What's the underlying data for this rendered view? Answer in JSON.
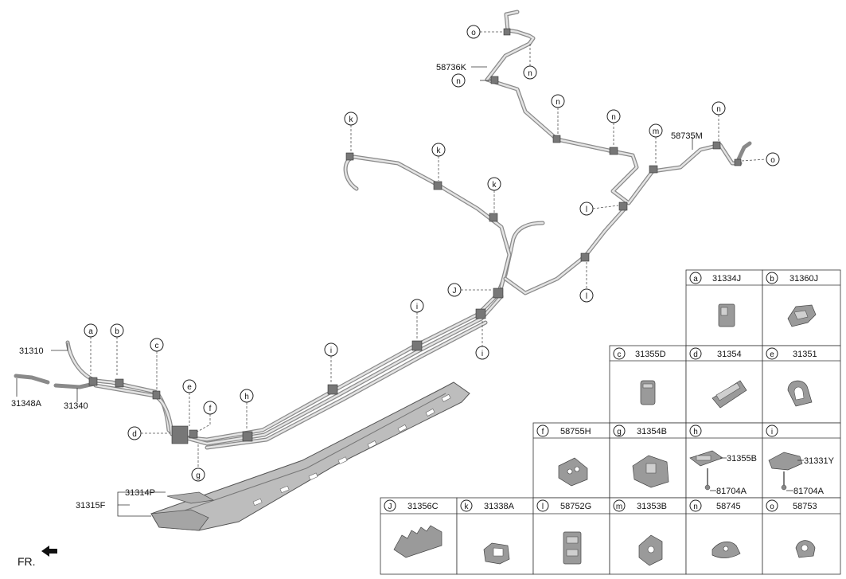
{
  "callouts": {
    "a": "a",
    "b": "b",
    "c": "c",
    "d": "d",
    "e": "e",
    "f": "f",
    "g": "g",
    "h": "h",
    "i": "i",
    "j": "J",
    "k": "k",
    "l": "l",
    "m": "m",
    "n": "n",
    "o": "o"
  },
  "labels": {
    "p31310": "31310",
    "p31348A": "31348A",
    "p31340": "31340",
    "p31314P": "31314P",
    "p31315F": "31315F",
    "p58736K": "58736K",
    "p58735M": "58735M",
    "fr": "FR."
  },
  "legend": {
    "a": {
      "letter": "a",
      "part": "31334J"
    },
    "b": {
      "letter": "b",
      "part": "31360J"
    },
    "c": {
      "letter": "c",
      "part": "31355D"
    },
    "d": {
      "letter": "d",
      "part": "31354"
    },
    "e": {
      "letter": "e",
      "part": "31351"
    },
    "f": {
      "letter": "f",
      "part": "58755H"
    },
    "g": {
      "letter": "g",
      "part": "31354B"
    },
    "h": {
      "letter": "h",
      "part": "",
      "sub1": "31355B",
      "sub2": "81704A"
    },
    "i": {
      "letter": "i",
      "part": "",
      "sub1": "31331Y",
      "sub2": "81704A"
    },
    "j": {
      "letter": "J",
      "part": "31356C"
    },
    "k": {
      "letter": "k",
      "part": "31338A"
    },
    "l": {
      "letter": "l",
      "part": "58752G"
    },
    "m": {
      "letter": "m",
      "part": "31353B"
    },
    "n": {
      "letter": "n",
      "part": "58745"
    },
    "o": {
      "letter": "o",
      "part": "58753"
    }
  }
}
